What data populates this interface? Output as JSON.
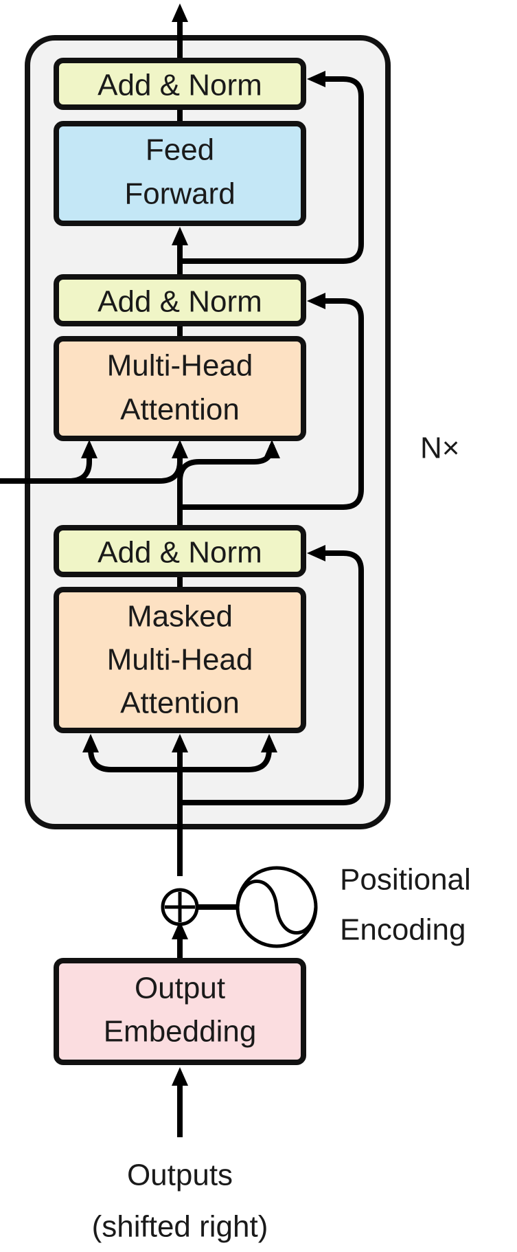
{
  "colors": {
    "add_norm": "#f0f5c7",
    "feed_forward": "#c4e7f6",
    "attention": "#fde1c3",
    "embedding": "#fbdde0",
    "block_background": "#f2f2f2",
    "stroke": "#111111"
  },
  "decoder_layer": {
    "repeat_label": "N×",
    "add_norm_top": "Add & Norm",
    "feed_forward": [
      "Feed",
      "Forward"
    ],
    "add_norm_middle": "Add & Norm",
    "cross_attention": [
      "Multi-Head",
      "Attention"
    ],
    "add_norm_bottom": "Add & Norm",
    "masked_attention": [
      "Masked",
      "Multi-Head",
      "Attention"
    ]
  },
  "positional_encoding": {
    "label": [
      "Positional",
      "Encoding"
    ],
    "adder_icon": "circled-plus-icon",
    "wave_icon": "sine-wave-icon"
  },
  "output_embedding": [
    "Output",
    "Embedding"
  ],
  "inputs": [
    "Outputs",
    "(shifted right)"
  ]
}
